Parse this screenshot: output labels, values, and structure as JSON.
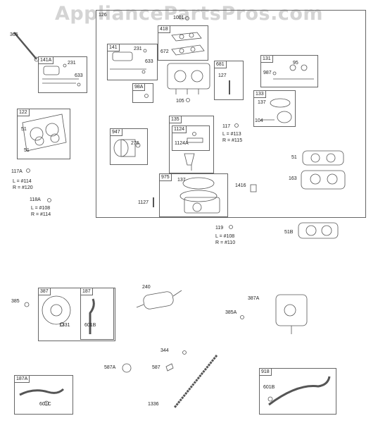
{
  "watermark": "AppliancePartsPros.com",
  "labels": {
    "l365": "365",
    "l126": "126",
    "l1001": "1001",
    "l418": "418",
    "l672": "672",
    "l141A": "141A",
    "l231a": "231",
    "l633a": "633",
    "l141": "141",
    "l231b": "231",
    "l633b": "633",
    "l681": "681",
    "l127": "127",
    "l131": "131",
    "l95": "95",
    "l987": "987",
    "l98A": "98A",
    "l105": "105",
    "l133": "133",
    "l137a": "137",
    "l104": "104",
    "l122": "122",
    "l51a": "51",
    "l51b": "51",
    "l947": "947",
    "l276": "276",
    "l135": "135",
    "l1124": "1124",
    "l1124A": "1124A",
    "l117": "117",
    "l117L": "L = #113",
    "l117R": "R = #115",
    "l51c": "51",
    "l163": "163",
    "l117A": "117A",
    "l117AL": "L = #114",
    "l117AR": "R = #120",
    "l118A": "118A",
    "l118AL": "L = #108",
    "l118AR": "R = #114",
    "l975": "975",
    "l137b": "137",
    "l1416": "1416",
    "l1127": "1127",
    "l119": "119",
    "l119L": "L = #108",
    "l119R": "R = #110",
    "l51B": "51B",
    "l385a": "385",
    "l387": "387",
    "l187": "187",
    "l1331": "1331",
    "l601B": "601B",
    "l240": "240",
    "l387A": "387A",
    "l385A": "385A",
    "l344": "344",
    "l587A": "587A",
    "l587": "587",
    "l1336": "1336",
    "l187A": "187A",
    "l601C": "601C",
    "l918": "918",
    "l601Bb": "601B"
  },
  "colors": {
    "line": "#555555",
    "box": "#666666",
    "watermark": "#d4d4d4"
  }
}
